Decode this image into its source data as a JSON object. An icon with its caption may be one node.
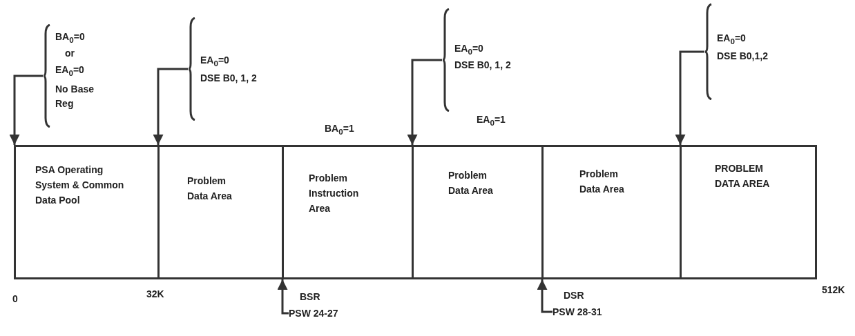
{
  "diagram": {
    "nodes": [
      {
        "text": [
          "PSA Operating System & Common Data Pool"
        ]
      },
      {
        "text": [
          "Problem Data Area"
        ]
      },
      {
        "text": [
          "Problem Instruction Area"
        ]
      },
      {
        "text": [
          "Problem Data Area"
        ]
      },
      {
        "text": [
          "Problem Data Area"
        ]
      },
      {
        "text": [
          "PROBLEM DATA AREA"
        ]
      },
      {
        "text": [
          "BA$_{0}$=0",
          "or",
          "EA$_{0}$=0",
          "No Base Reg"
        ]
      },
      {
        "text": [
          "EA$_{0}$=0",
          "DSE B0, 1, 2"
        ]
      },
      {
        "text": [
          "EA$_{0}$=0",
          "DSE B0, 1, 2"
        ]
      },
      {
        "text": [
          "EA$_{0}$=0",
          "DSE B0,1,2"
        ]
      },
      {
        "text": [
          "BSR",
          "PSW 24-27"
        ]
      },
      {
        "text": [
          "DSR",
          "PSW 28-31"
        ]
      }
    ],
    "edges": [
      {
        "from": 6,
        "to": 0,
        "arrow": "to"
      },
      {
        "from": 7,
        "to": 1,
        "arrow": "to"
      },
      {
        "from": 8,
        "to": 3,
        "arrow": "to"
      },
      {
        "from": 9,
        "to": 5,
        "arrow": "to"
      },
      {
        "from": 10,
        "to": 2,
        "arrow": "to"
      },
      {
        "from": 11,
        "to": 4,
        "arrow": "to"
      }
    ],
    "labels": [
      "BA$_{0}$=1",
      "EA$_{0}$=1",
      "0",
      "32K",
      "512K"
    ]
  }
}
